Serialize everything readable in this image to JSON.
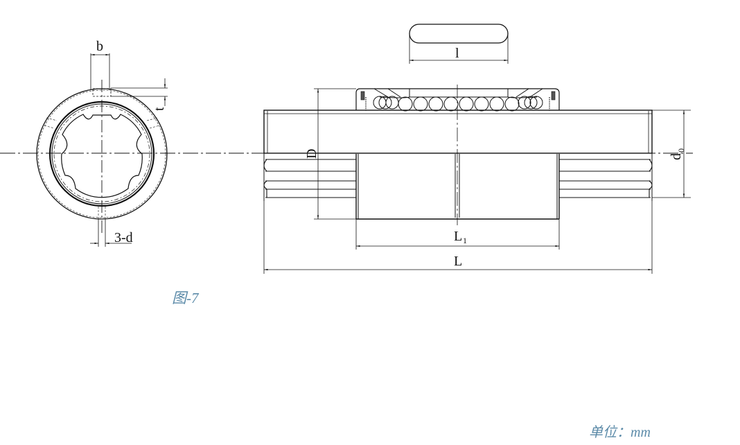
{
  "figure": {
    "caption": "图-7",
    "unit_label": "单位：mm",
    "caption_color": "#5b8aa8",
    "line_color": "#111111"
  },
  "end_view": {
    "labels": {
      "b": "b",
      "t": "t",
      "hole": "3-d"
    }
  },
  "side_view": {
    "labels": {
      "l": "l",
      "D": "D",
      "d0_main": "d",
      "d0_sub": "0",
      "L1_main": "L",
      "L1_sub": "1",
      "L": "L"
    }
  }
}
